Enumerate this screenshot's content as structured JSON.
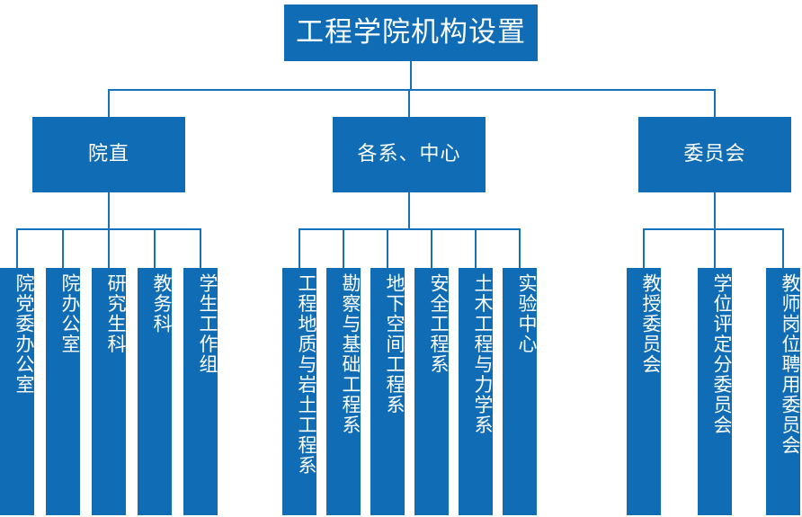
{
  "chart_data": {
    "type": "diagram",
    "diagram_kind": "organizational-chart",
    "title": "工程学院机构设置",
    "orientation": "top-down",
    "levels": 3,
    "colors": {
      "node_fill": "#0f6cb5",
      "node_text": "#ffffff",
      "connector": "#1673bb",
      "background": "#ffffff"
    }
  },
  "root": {
    "label": "工程学院机构设置"
  },
  "branches": [
    {
      "label": "院直",
      "children": [
        {
          "label": "院党委办公室"
        },
        {
          "label": "院办公室"
        },
        {
          "label": "研究生科"
        },
        {
          "label": "教务科"
        },
        {
          "label": "学生工作组"
        }
      ]
    },
    {
      "label": "各系、中心",
      "children": [
        {
          "label": "工程地质与岩土工程系"
        },
        {
          "label": "勘察与基础工程系"
        },
        {
          "label": "地下空间工程系"
        },
        {
          "label": "安全工程系"
        },
        {
          "label": "土木工程与力学系"
        },
        {
          "label": "实验中心"
        }
      ]
    },
    {
      "label": "委员会",
      "children": [
        {
          "label": "教授委员会"
        },
        {
          "label": "学位评定分委员会"
        },
        {
          "label": "教师岗位聘用委员会"
        }
      ]
    }
  ]
}
